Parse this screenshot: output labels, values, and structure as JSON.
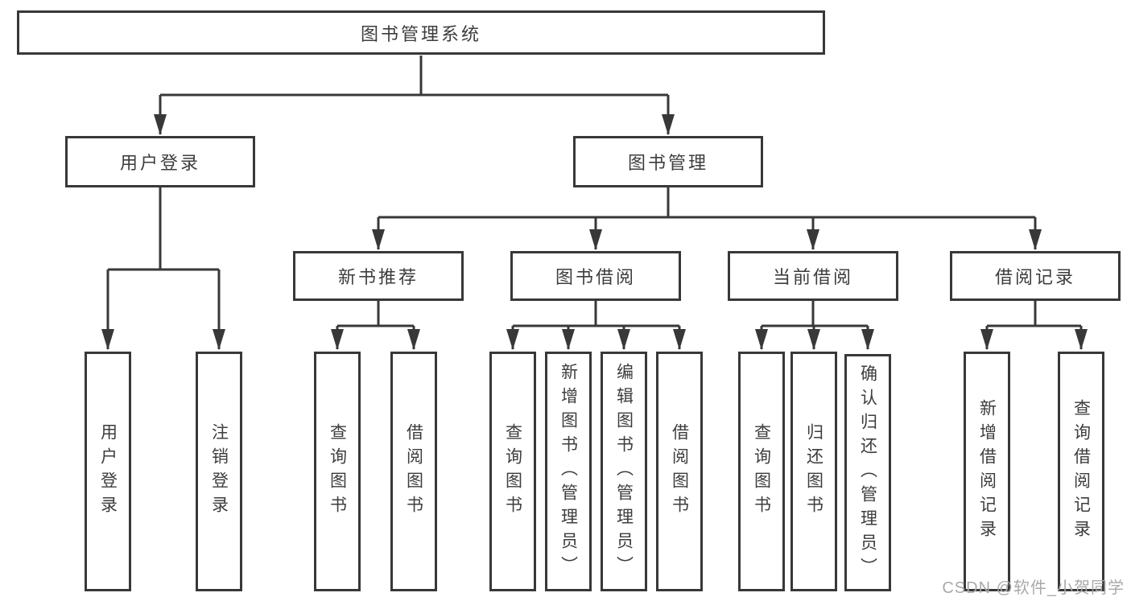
{
  "diagram": {
    "root": {
      "label": "图书管理系统"
    },
    "level2": [
      {
        "label": "用户登录"
      },
      {
        "label": "图书管理"
      }
    ],
    "level3": [
      {
        "label": "新书推荐"
      },
      {
        "label": "图书借阅"
      },
      {
        "label": "当前借阅"
      },
      {
        "label": "借阅记录"
      }
    ],
    "leaves": [
      {
        "label": "用户登录"
      },
      {
        "label": "注销登录"
      },
      {
        "label": "查询图书"
      },
      {
        "label": "借阅图书"
      },
      {
        "label": "查询图书"
      },
      {
        "label": "新增图书（管理员）"
      },
      {
        "label": "编辑图书（管理员）"
      },
      {
        "label": "借阅图书"
      },
      {
        "label": "查询图书"
      },
      {
        "label": "归还图书"
      },
      {
        "label": "确认归还（管理员）"
      },
      {
        "label": "新增借阅记录"
      },
      {
        "label": "查询借阅记录"
      }
    ]
  },
  "watermark": "CSDN @软件_小贺同学",
  "colors": {
    "line": "#383838",
    "text": "#3d3d3d",
    "watermark": "#a9a9a9",
    "background": "#ffffff"
  }
}
